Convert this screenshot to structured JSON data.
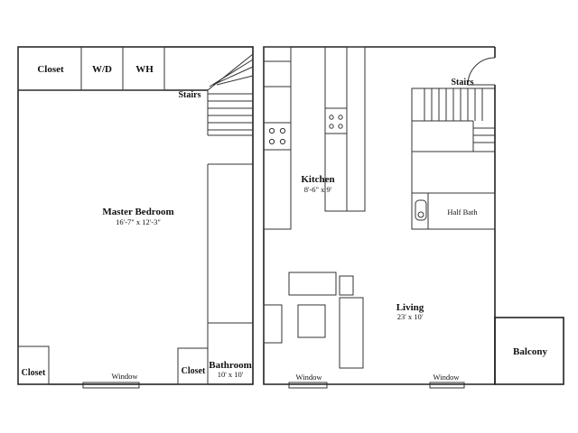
{
  "rooms": {
    "closet_top": "Closet",
    "wd": "W/D",
    "wh": "WH",
    "stairs_left": "Stairs",
    "master_bedroom": "Master Bedroom",
    "master_bedroom_size": "16'-7\" x 12'-3\"",
    "closet_bottom_left": "Closet",
    "window_left": "Window",
    "closet_bottom_mid": "Closet",
    "bathroom": "Bathroom",
    "bathroom_size": "10' x 10'",
    "kitchen": "Kitchen",
    "kitchen_size": "8'-6\" x 9'",
    "stairs_right": "Stairs",
    "half_bath": "Half Bath",
    "living": "Living",
    "living_size": "23' x 10'",
    "window_living_left": "Window",
    "window_living_right": "Window",
    "balcony": "Balcony"
  }
}
